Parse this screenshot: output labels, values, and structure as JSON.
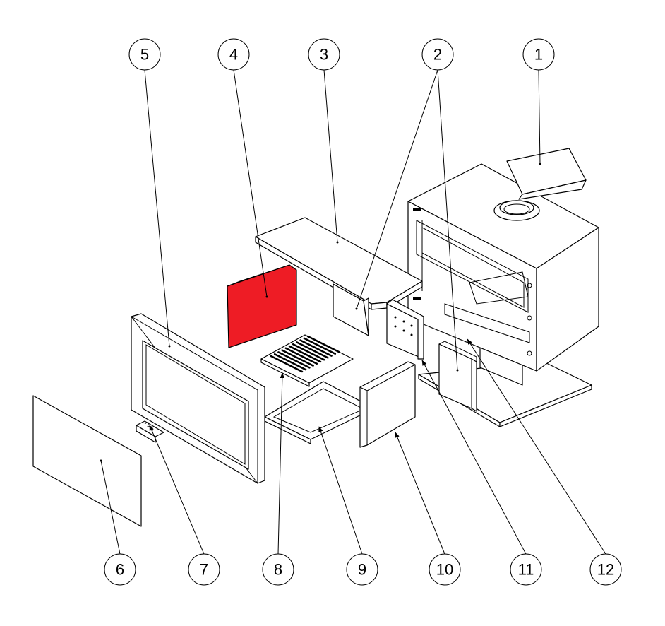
{
  "diagram": {
    "type": "exploded-parts-view",
    "highlight_color": "#ee1c25",
    "callouts": [
      {
        "label": "1"
      },
      {
        "label": "2"
      },
      {
        "label": "3"
      },
      {
        "label": "4"
      },
      {
        "label": "5"
      },
      {
        "label": "6"
      },
      {
        "label": "7"
      },
      {
        "label": "8"
      },
      {
        "label": "9"
      },
      {
        "label": "10"
      },
      {
        "label": "11"
      },
      {
        "label": "12"
      }
    ]
  }
}
